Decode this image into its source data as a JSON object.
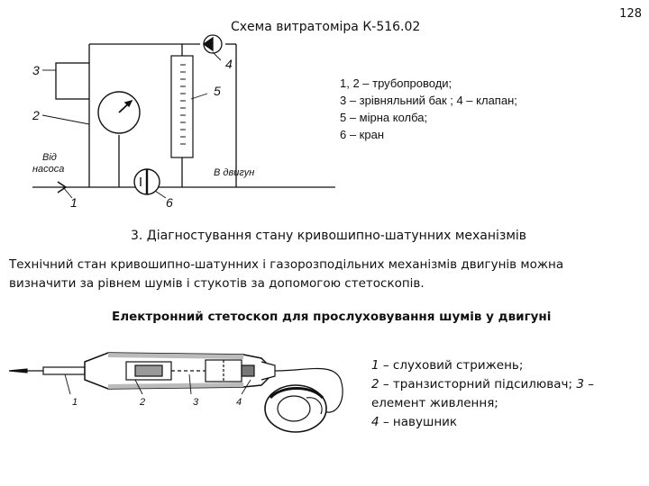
{
  "page_number": "128",
  "flowmeter": {
    "title": "Схема витратоміра К-516.02",
    "labels": {
      "n1": "1",
      "n2": "2",
      "n3": "3",
      "n4": "4",
      "n5": "5",
      "n6": "6",
      "from_pump_line1": "Від",
      "from_pump_line2": "насоса",
      "to_engine": "В двигун"
    },
    "legend": [
      "1, 2 – трубопроводи;",
      "3 – зрівняльний бак ; 4 – клапан;",
      "5 – мірна колба;",
      "6 – кран"
    ]
  },
  "section": {
    "title": "3. Діагностування стану кривошипно-шатунних механізмів",
    "paragraph": "Технічний стан кривошипно-шатунних і газорозподільних механізмів двигунів можна визначити за рівнем шумів і стукотів  за допомогою стетоскопів."
  },
  "stethoscope": {
    "title": "Електронний стетоскоп для прослуховування шумів у двигуні",
    "labels": {
      "n1": "1",
      "n2": "2",
      "n3": "3",
      "n4": "4"
    },
    "legend": [
      {
        "num": "1",
        "text": " – слуховий стрижень;"
      },
      {
        "num": "2",
        "text": " – транзисторний підсилювач; "
      },
      {
        "num": "3",
        "text": " – елемент живлення;"
      },
      {
        "num": "4",
        "text": " – навушник"
      }
    ]
  }
}
